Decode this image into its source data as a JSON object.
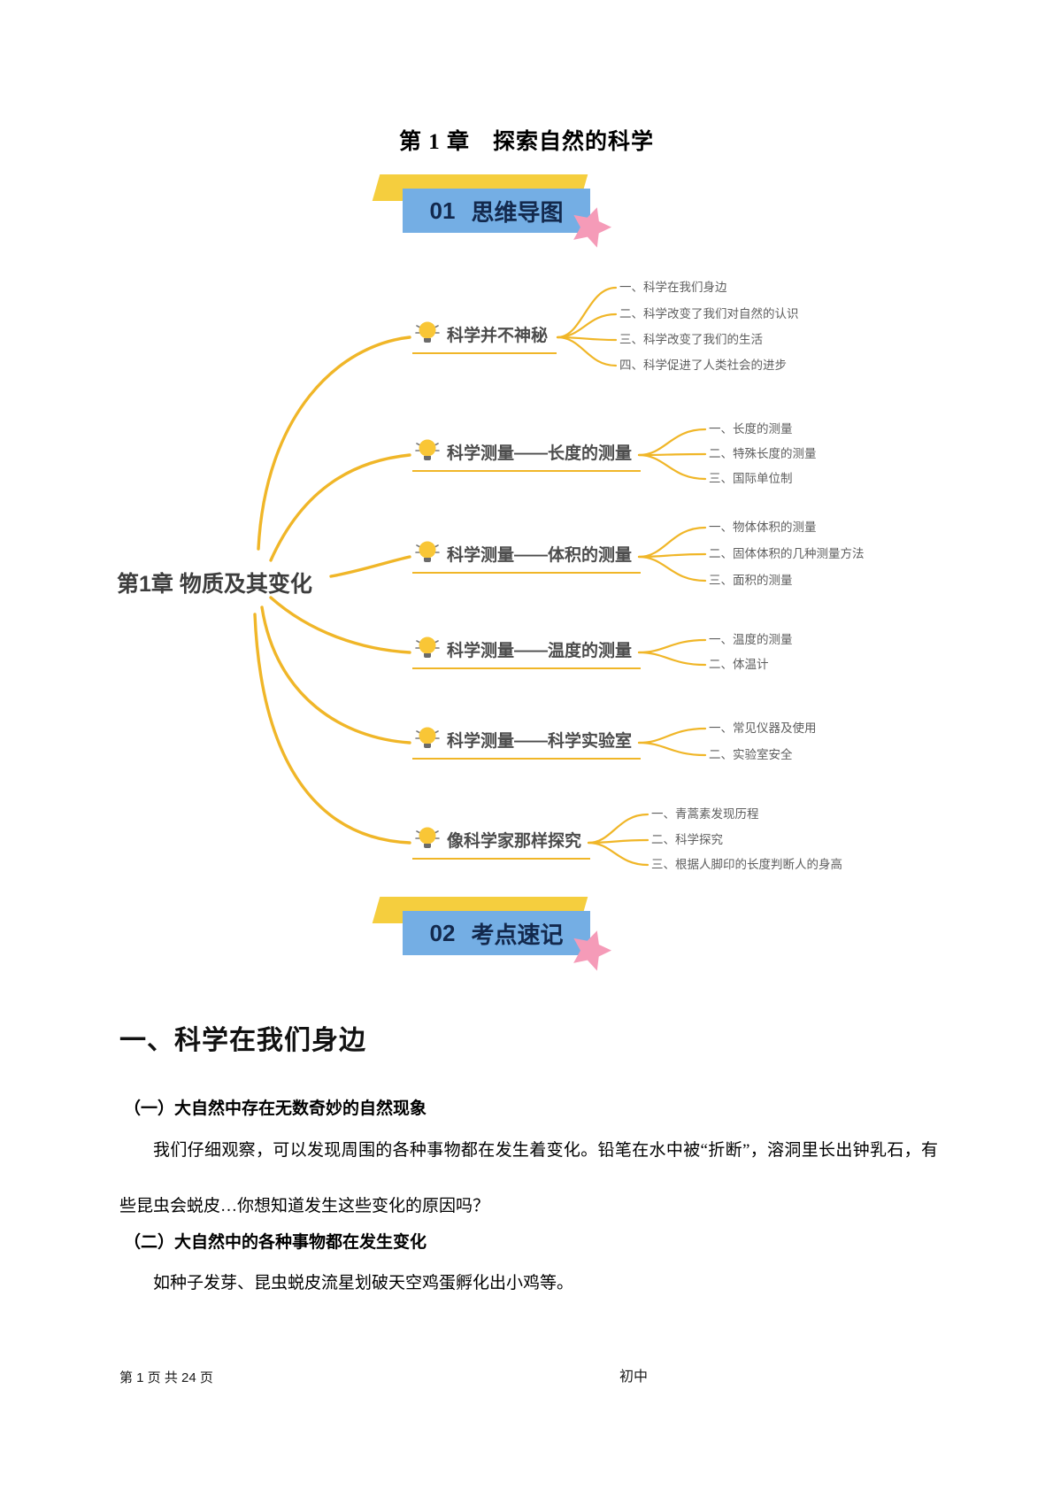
{
  "page": {
    "title": "第 1 章　探索自然的科学",
    "footer_left": "第 1 页 共 24 页",
    "footer_right": "初中"
  },
  "banners": {
    "b1": {
      "number": "01",
      "label": "思维导图"
    },
    "b2": {
      "number": "02",
      "label": "考点速记"
    }
  },
  "mindmap": {
    "root": "第1章 物质及其变化",
    "branches": [
      {
        "label": "科学并不神秘",
        "children": [
          "一、科学在我们身边",
          "二、科学改变了我们对自然的认识",
          "三、科学改变了我们的生活",
          "四、科学促进了人类社会的进步"
        ]
      },
      {
        "label": "科学测量——长度的测量",
        "children": [
          "一、长度的测量",
          "二、特殊长度的测量",
          "三、国际单位制"
        ]
      },
      {
        "label": "科学测量——体积的测量",
        "children": [
          "一、物体体积的测量",
          "二、固体体积的几种测量方法",
          "三、面积的测量"
        ]
      },
      {
        "label": "科学测量——温度的测量",
        "children": [
          "一、温度的测量",
          "二、体温计"
        ]
      },
      {
        "label": "科学测量——科学实验室",
        "children": [
          "一、常见仪器及使用",
          "二、实验室安全"
        ]
      },
      {
        "label": "像科学家那样探究",
        "children": [
          "一、青蒿素发现历程",
          "二、科学探究",
          "三、根据人脚印的长度判断人的身高"
        ]
      }
    ]
  },
  "content": {
    "section1_title": "一、科学在我们身边",
    "sub1_title": "（一）大自然中存在无数奇妙的自然现象",
    "sub1_text": "我们仔细观察，可以发现周围的各种事物都在发生着变化。铅笔在水中被“折断”，溶洞里长出钟乳石，有些昆虫会蜕皮…你想知道发生这些变化的原因吗？",
    "sub2_title": "（二）大自然中的各种事物都在发生变化",
    "sub2_text": "如种子发芽、昆虫蜕皮流星划破天空鸡蛋孵化出小鸡等。"
  },
  "colors": {
    "banner_blue": "#74AEE4",
    "accent_yellow": "#F5CE3E",
    "star_pink": "#F59BB8",
    "line_gold": "#F0B628",
    "bulb_yellow": "#F9C636"
  }
}
